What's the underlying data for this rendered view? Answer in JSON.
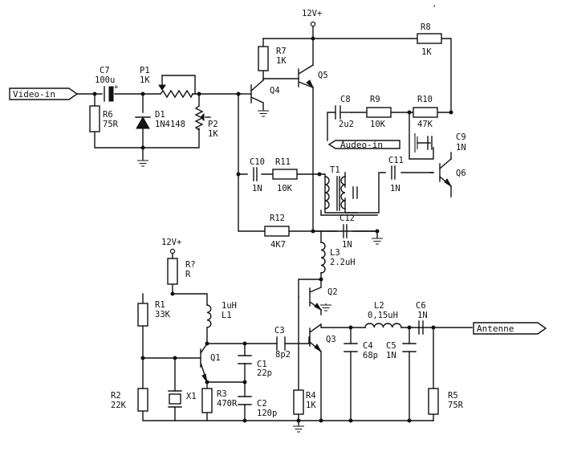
{
  "supply": {
    "top": "12V+",
    "bottom": "12V+"
  },
  "ports": {
    "video_in": "Video-in",
    "audio_in": "Audeo-in",
    "antenna": "Antenne"
  },
  "mark": "'",
  "components": {
    "C7": {
      "ref": "C7",
      "value": "100u"
    },
    "P1": {
      "ref": "P1",
      "value": "1K"
    },
    "R6": {
      "ref": "R6",
      "value": "75R"
    },
    "D1": {
      "ref": "D1",
      "value": "1N4148"
    },
    "P2": {
      "ref": "P2",
      "value": "1K"
    },
    "R7": {
      "ref": "R7",
      "value": "1K"
    },
    "Q4": {
      "ref": "Q4"
    },
    "Q5": {
      "ref": "Q5"
    },
    "R8": {
      "ref": "R8",
      "value": "1K"
    },
    "C8": {
      "ref": "C8",
      "value": "2u2"
    },
    "R9": {
      "ref": "R9",
      "value": "10K"
    },
    "R10": {
      "ref": "R10",
      "value": "47K"
    },
    "C9": {
      "ref": "C9",
      "value": "1N"
    },
    "Q6": {
      "ref": "Q6"
    },
    "C10": {
      "ref": "C10",
      "value": "1N"
    },
    "R11": {
      "ref": "R11",
      "value": "10K"
    },
    "T1": {
      "ref": "T1"
    },
    "C11": {
      "ref": "C11",
      "value": "1N"
    },
    "R12": {
      "ref": "R12",
      "value": "4K7"
    },
    "C12": {
      "ref": "C12",
      "value": "1N"
    },
    "L3": {
      "ref": "L3",
      "value": "2.2uH"
    },
    "RQ": {
      "ref": "R?",
      "value": "R"
    },
    "R1": {
      "ref": "R1",
      "value": "33K"
    },
    "L1": {
      "ref": "L1",
      "value": "1uH"
    },
    "Q1": {
      "ref": "Q1"
    },
    "Q2": {
      "ref": "Q2"
    },
    "Q3": {
      "ref": "Q3"
    },
    "C3": {
      "ref": "C3",
      "value": "8p2"
    },
    "C1": {
      "ref": "C1",
      "value": "22p"
    },
    "C2": {
      "ref": "C2",
      "value": "120p"
    },
    "R2": {
      "ref": "R2",
      "value": "22K"
    },
    "X1": {
      "ref": "X1"
    },
    "R3": {
      "ref": "R3",
      "value": "470R"
    },
    "R4": {
      "ref": "R4",
      "value": "1K"
    },
    "L2": {
      "ref": "L2",
      "value": "0,15uH"
    },
    "C6": {
      "ref": "C6",
      "value": "1N"
    },
    "C4": {
      "ref": "C4",
      "value": "68p"
    },
    "C5": {
      "ref": "C5",
      "value": "1N"
    },
    "R5": {
      "ref": "R5",
      "value": "75R"
    }
  }
}
